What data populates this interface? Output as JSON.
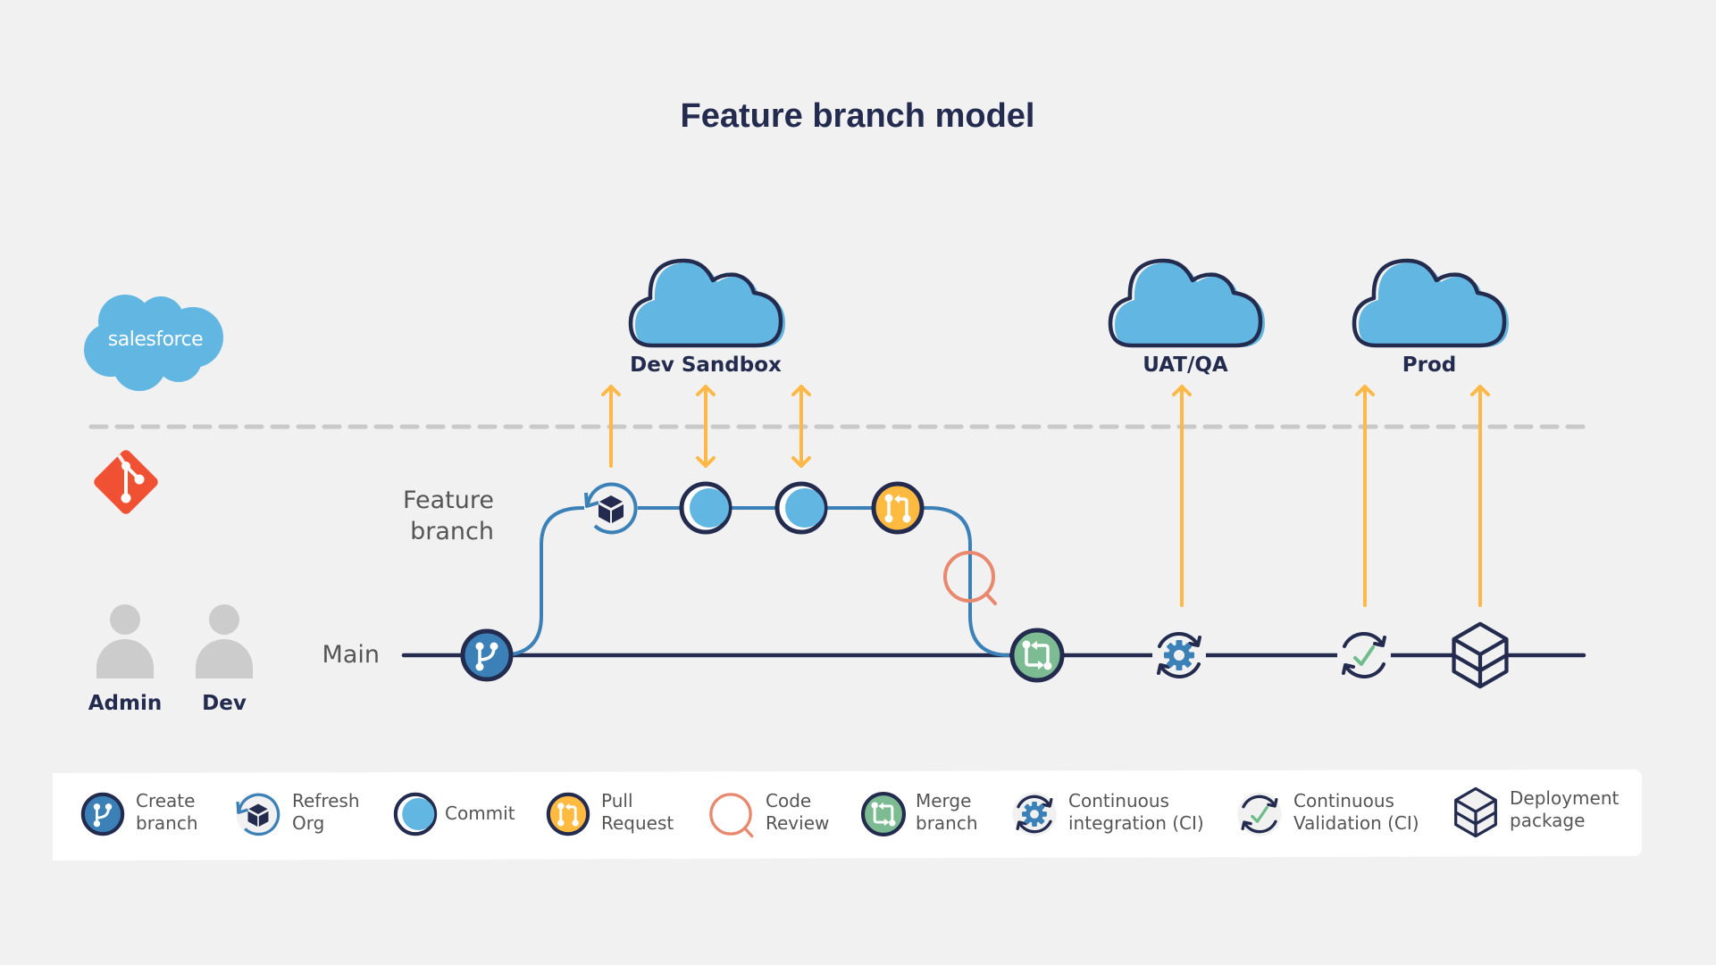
{
  "title": "Feature branch model",
  "colors": {
    "background": "#f1f1f1",
    "navy": "#232b4f",
    "cloud_blue": "#62b6e2",
    "branch_blue": "#3b80b6",
    "arrow_orange": "#ffb845",
    "pr_yellow": "#ffba3f",
    "review_salmon": "#e8886e",
    "merge_green": "#7dbc93",
    "check_green": "#6dbd8a",
    "git_red": "#f05133",
    "avatar_gray": "#cccccc",
    "divider_gray": "#c9c9c9",
    "legend_bg": "#ffffff"
  },
  "logos": {
    "salesforce": "salesforce",
    "git": "git"
  },
  "roles": [
    {
      "label": "Admin"
    },
    {
      "label": "Dev"
    }
  ],
  "lanes": {
    "feature": [
      "Feature",
      "branch"
    ],
    "main": "Main"
  },
  "environments": [
    {
      "label": "Dev Sandbox"
    },
    {
      "label": "UAT/QA"
    },
    {
      "label": "Prod"
    }
  ],
  "flow": {
    "main_nodes": [
      "create-branch",
      "merge-branch",
      "continuous-integration",
      "continuous-validation",
      "deployment-package"
    ],
    "feature_nodes": [
      "refresh-org",
      "commit",
      "commit",
      "pull-request"
    ],
    "review_step": "code-review",
    "deploy_arrows": [
      {
        "from": "refresh-org",
        "to": "Dev Sandbox",
        "direction": "up"
      },
      {
        "from": "commit",
        "to": "Dev Sandbox",
        "direction": "both"
      },
      {
        "from": "commit",
        "to": "Dev Sandbox",
        "direction": "both"
      },
      {
        "from": "continuous-integration",
        "to": "UAT/QA",
        "direction": "up"
      },
      {
        "from": "continuous-validation",
        "to": "Prod",
        "direction": "up"
      },
      {
        "from": "deployment-package",
        "to": "Prod",
        "direction": "up"
      }
    ]
  },
  "legend": [
    {
      "icon": "create-branch",
      "lines": [
        "Create",
        "branch"
      ]
    },
    {
      "icon": "refresh-org",
      "lines": [
        "Refresh",
        "Org"
      ]
    },
    {
      "icon": "commit",
      "lines": [
        "Commit"
      ]
    },
    {
      "icon": "pull-request",
      "lines": [
        "Pull",
        "Request"
      ]
    },
    {
      "icon": "code-review",
      "lines": [
        "Code",
        "Review"
      ]
    },
    {
      "icon": "merge-branch",
      "lines": [
        "Merge",
        "branch"
      ]
    },
    {
      "icon": "continuous-integration",
      "lines": [
        "Continuous",
        "integration (CI)"
      ]
    },
    {
      "icon": "continuous-validation",
      "lines": [
        "Continuous",
        "Validation (CI)"
      ]
    },
    {
      "icon": "deployment-package",
      "lines": [
        "Deployment",
        "package"
      ]
    }
  ]
}
